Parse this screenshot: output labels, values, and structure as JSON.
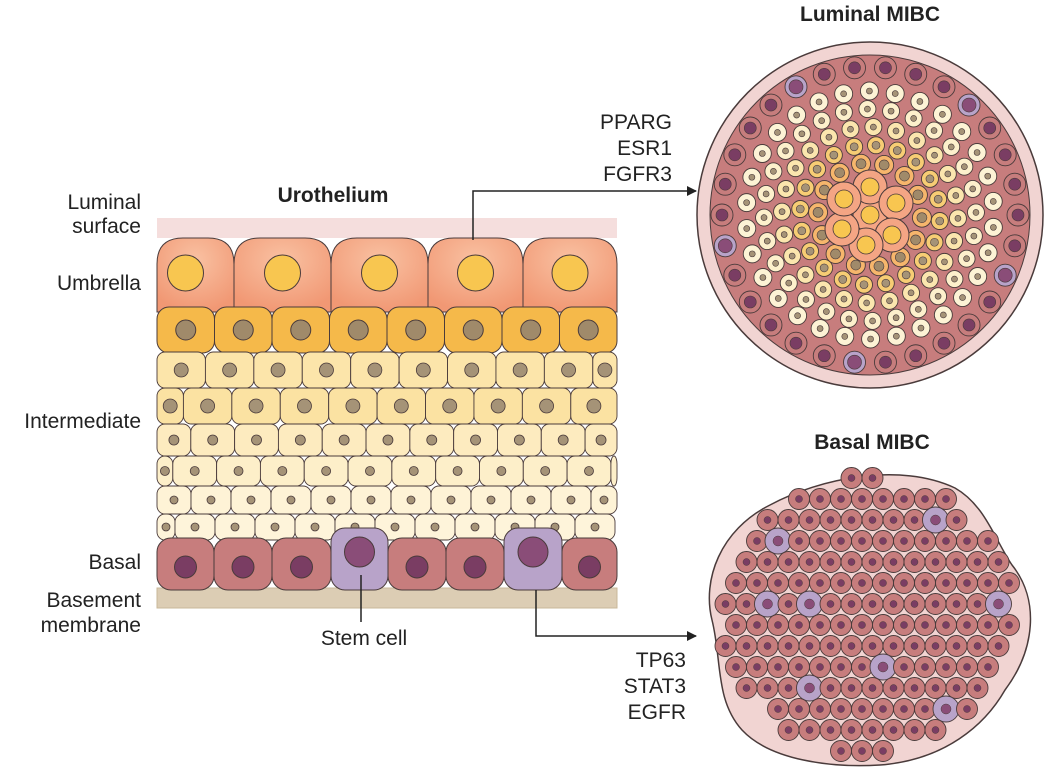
{
  "title": "Urothelium",
  "layers": {
    "luminal_surface": [
      "Luminal",
      "surface"
    ],
    "umbrella": "Umbrella",
    "intermediate": "Intermediate",
    "basal": "Basal",
    "basement_membrane": [
      "Basement",
      "membrane"
    ]
  },
  "stem_cell_label": "Stem cell",
  "luminal": {
    "title": "Luminal MIBC",
    "genes": [
      "PPARG",
      "ESR1",
      "FGFR3"
    ]
  },
  "basal": {
    "title": "Basal MIBC",
    "genes": [
      "TP63",
      "STAT3",
      "EGFR"
    ]
  },
  "colors": {
    "umbrella_cell": "#f4a584",
    "umbrella_nucleus": "#f8c650",
    "upper_intermediate": "#f5b94a",
    "intermediate_cell": "#fbe6ae",
    "pale_cell": "#fdf3d5",
    "basal_cell": "#c77d7d",
    "basal_nucleus": "#7a3d63",
    "stem_cell": "#b8a3c9",
    "stem_nucleus": "#8a4d78",
    "membrane": "#d9cbb3",
    "outline": "#4a3b3b"
  }
}
